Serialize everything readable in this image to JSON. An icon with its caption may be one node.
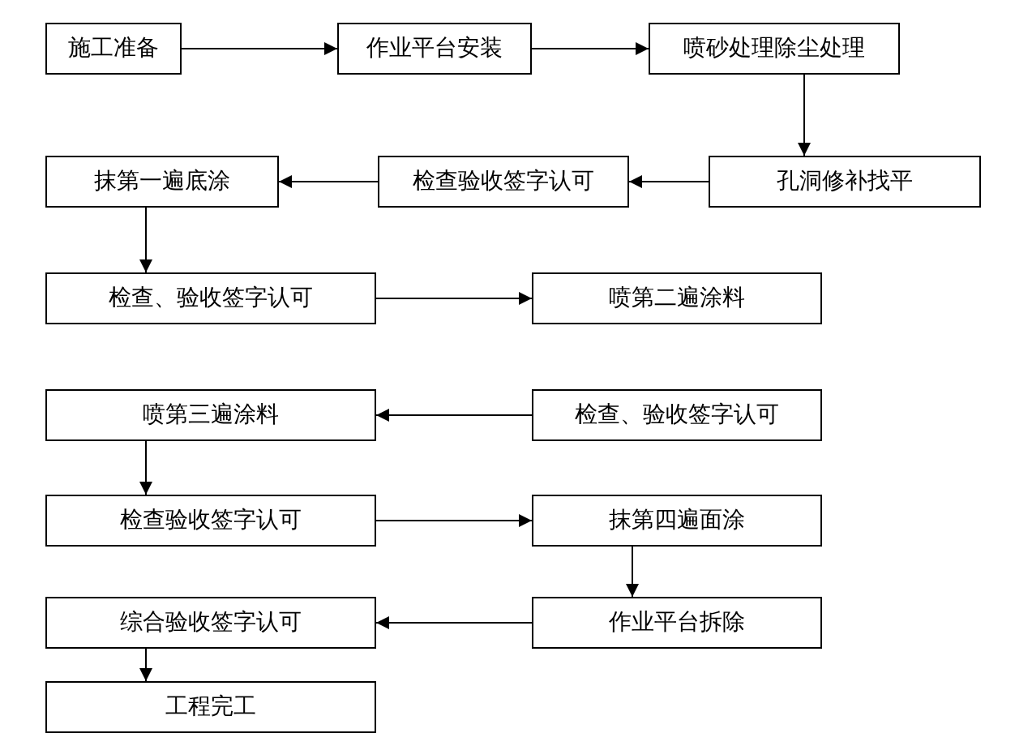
{
  "diagram": {
    "nodes": [
      {
        "text": [
          "施工准备"
        ]
      },
      {
        "text": [
          "作业平台安装"
        ]
      },
      {
        "text": [
          "喷砂处理除尘处理"
        ]
      },
      {
        "text": [
          "孔洞修补找平"
        ]
      },
      {
        "text": [
          "检查验收签字认可"
        ]
      },
      {
        "text": [
          "抹第一遍底涂"
        ]
      },
      {
        "text": [
          "检查、验收签字认可"
        ]
      },
      {
        "text": [
          "喷第二遍涂料"
        ]
      },
      {
        "text": [
          "检查、验收签字认可"
        ]
      },
      {
        "text": [
          "喷第三遍涂料"
        ]
      },
      {
        "text": [
          "检查验收签字认可"
        ]
      },
      {
        "text": [
          "抹第四遍面涂"
        ]
      },
      {
        "text": [
          "作业平台拆除"
        ]
      },
      {
        "text": [
          "综合验收签字认可"
        ]
      },
      {
        "text": [
          "工程完工"
        ]
      }
    ],
    "edges": [
      {
        "from": 0,
        "to": 1,
        "arrow": "to"
      },
      {
        "from": 1,
        "to": 2,
        "arrow": "to"
      },
      {
        "from": 2,
        "to": 3,
        "arrow": "to"
      },
      {
        "from": 3,
        "to": 4,
        "arrow": "to"
      },
      {
        "from": 4,
        "to": 5,
        "arrow": "to"
      },
      {
        "from": 5,
        "to": 6,
        "arrow": "to"
      },
      {
        "from": 6,
        "to": 7,
        "arrow": "to"
      },
      {
        "from": 8,
        "to": 9,
        "arrow": "to"
      },
      {
        "from": 9,
        "to": 10,
        "arrow": "to"
      },
      {
        "from": 10,
        "to": 11,
        "arrow": "to"
      },
      {
        "from": 11,
        "to": 12,
        "arrow": "to"
      },
      {
        "from": 12,
        "to": 13,
        "arrow": "to"
      },
      {
        "from": 13,
        "to": 14,
        "arrow": "to"
      }
    ]
  }
}
